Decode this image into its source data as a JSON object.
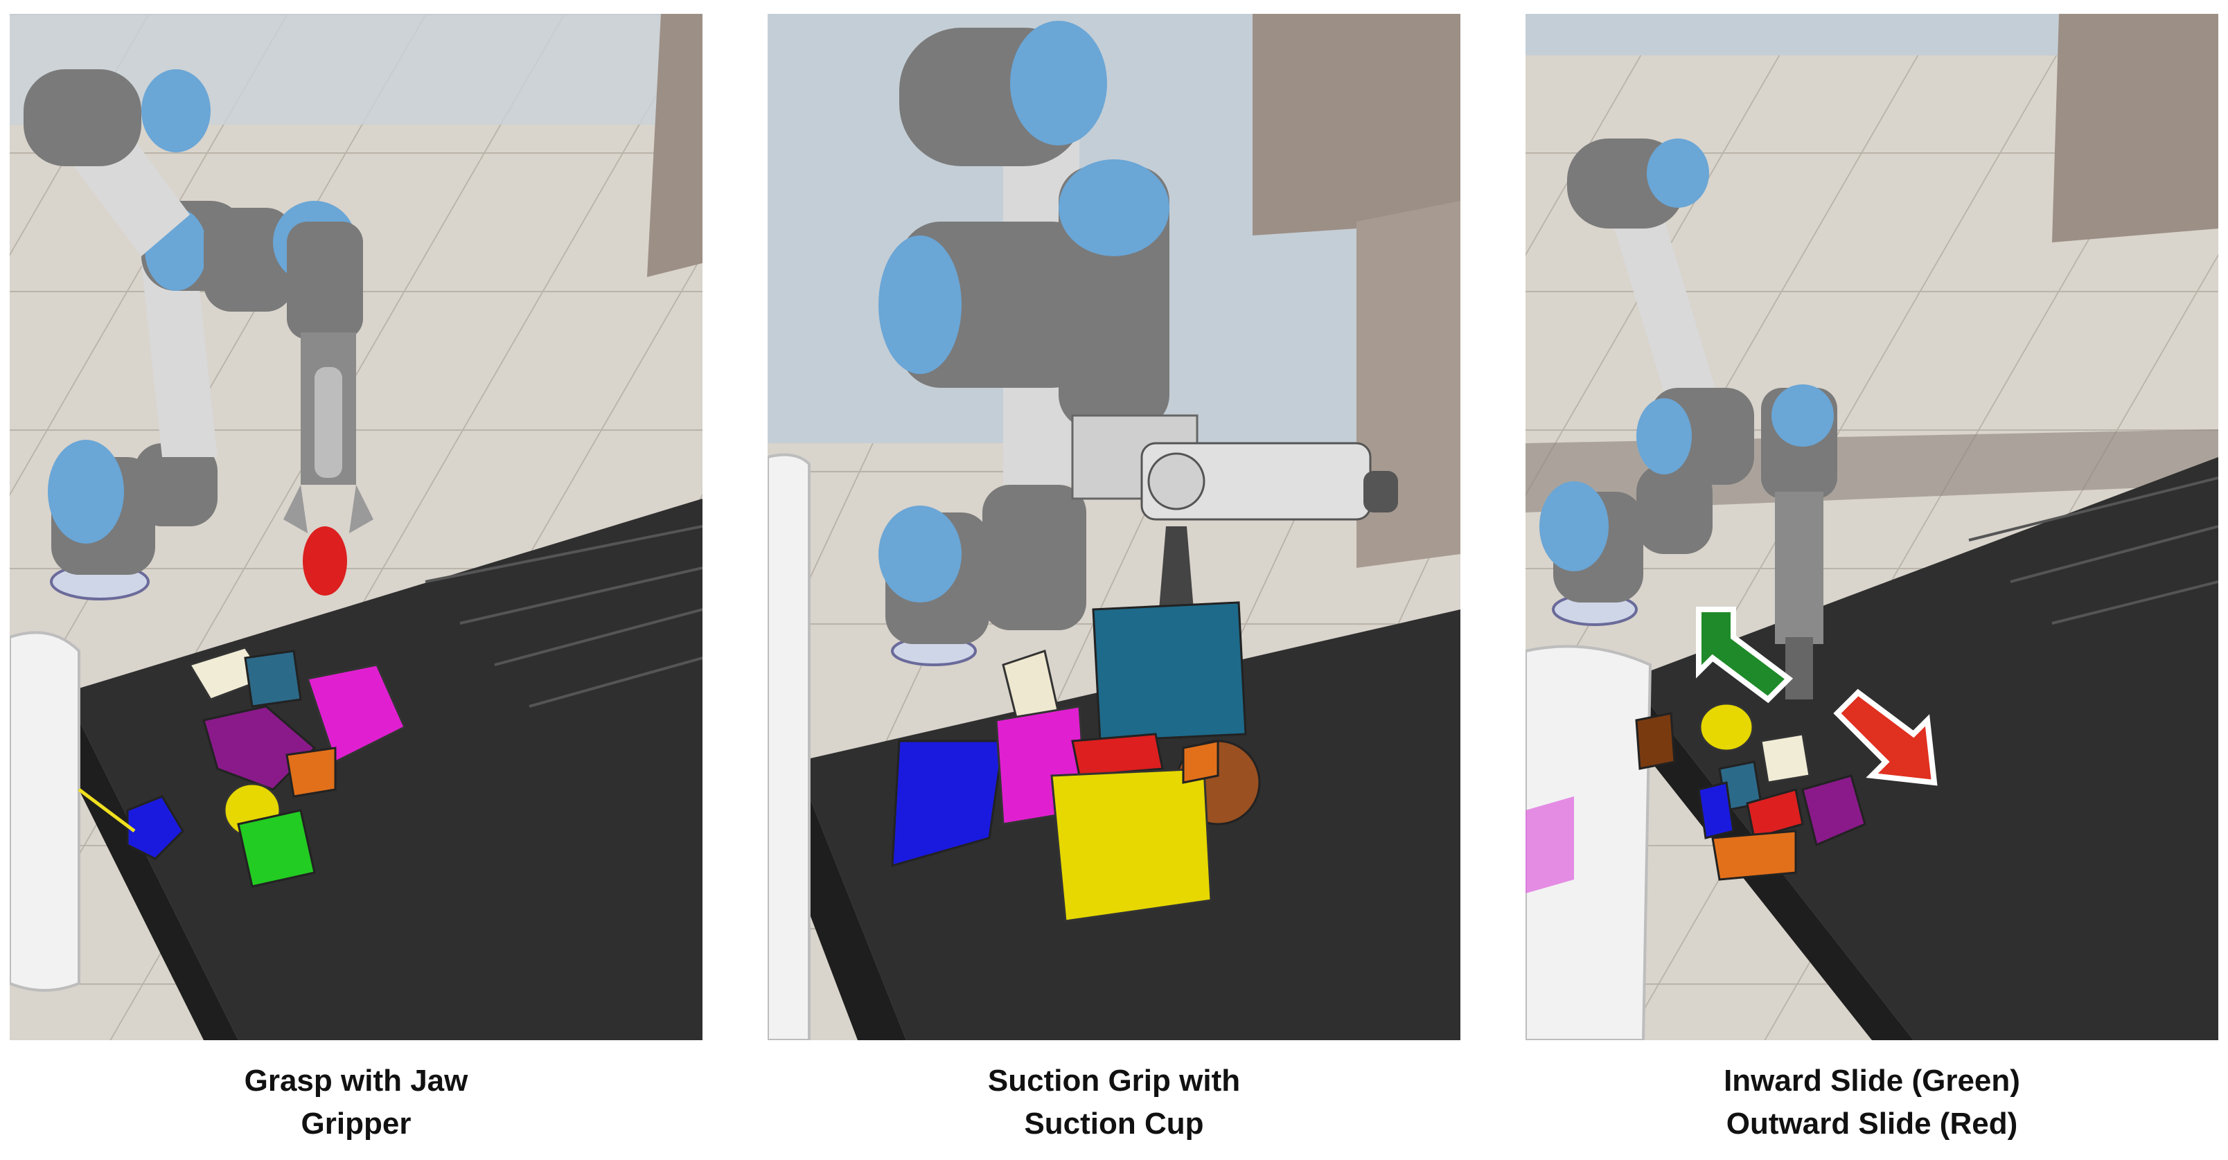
{
  "panels": [
    {
      "id": "jaw",
      "caption_line1": "Grasp with Jaw",
      "caption_line2": "Gripper"
    },
    {
      "id": "suction",
      "caption_line1": "Suction Grip with",
      "caption_line2": "Suction Cup"
    },
    {
      "id": "slide",
      "caption_line1": "Inward Slide (Green)",
      "caption_line2": "Outward Slide (Red)"
    }
  ],
  "colors": {
    "robot_cap": "#6aa6d6",
    "robot_grey": "#7a7a7a",
    "robot_light": "#d9d9d9",
    "belt": "#2e2e2e",
    "floor": "#d8d3cb",
    "inward_arrow": "#1f8a2a",
    "outward_arrow": "#e03020"
  }
}
